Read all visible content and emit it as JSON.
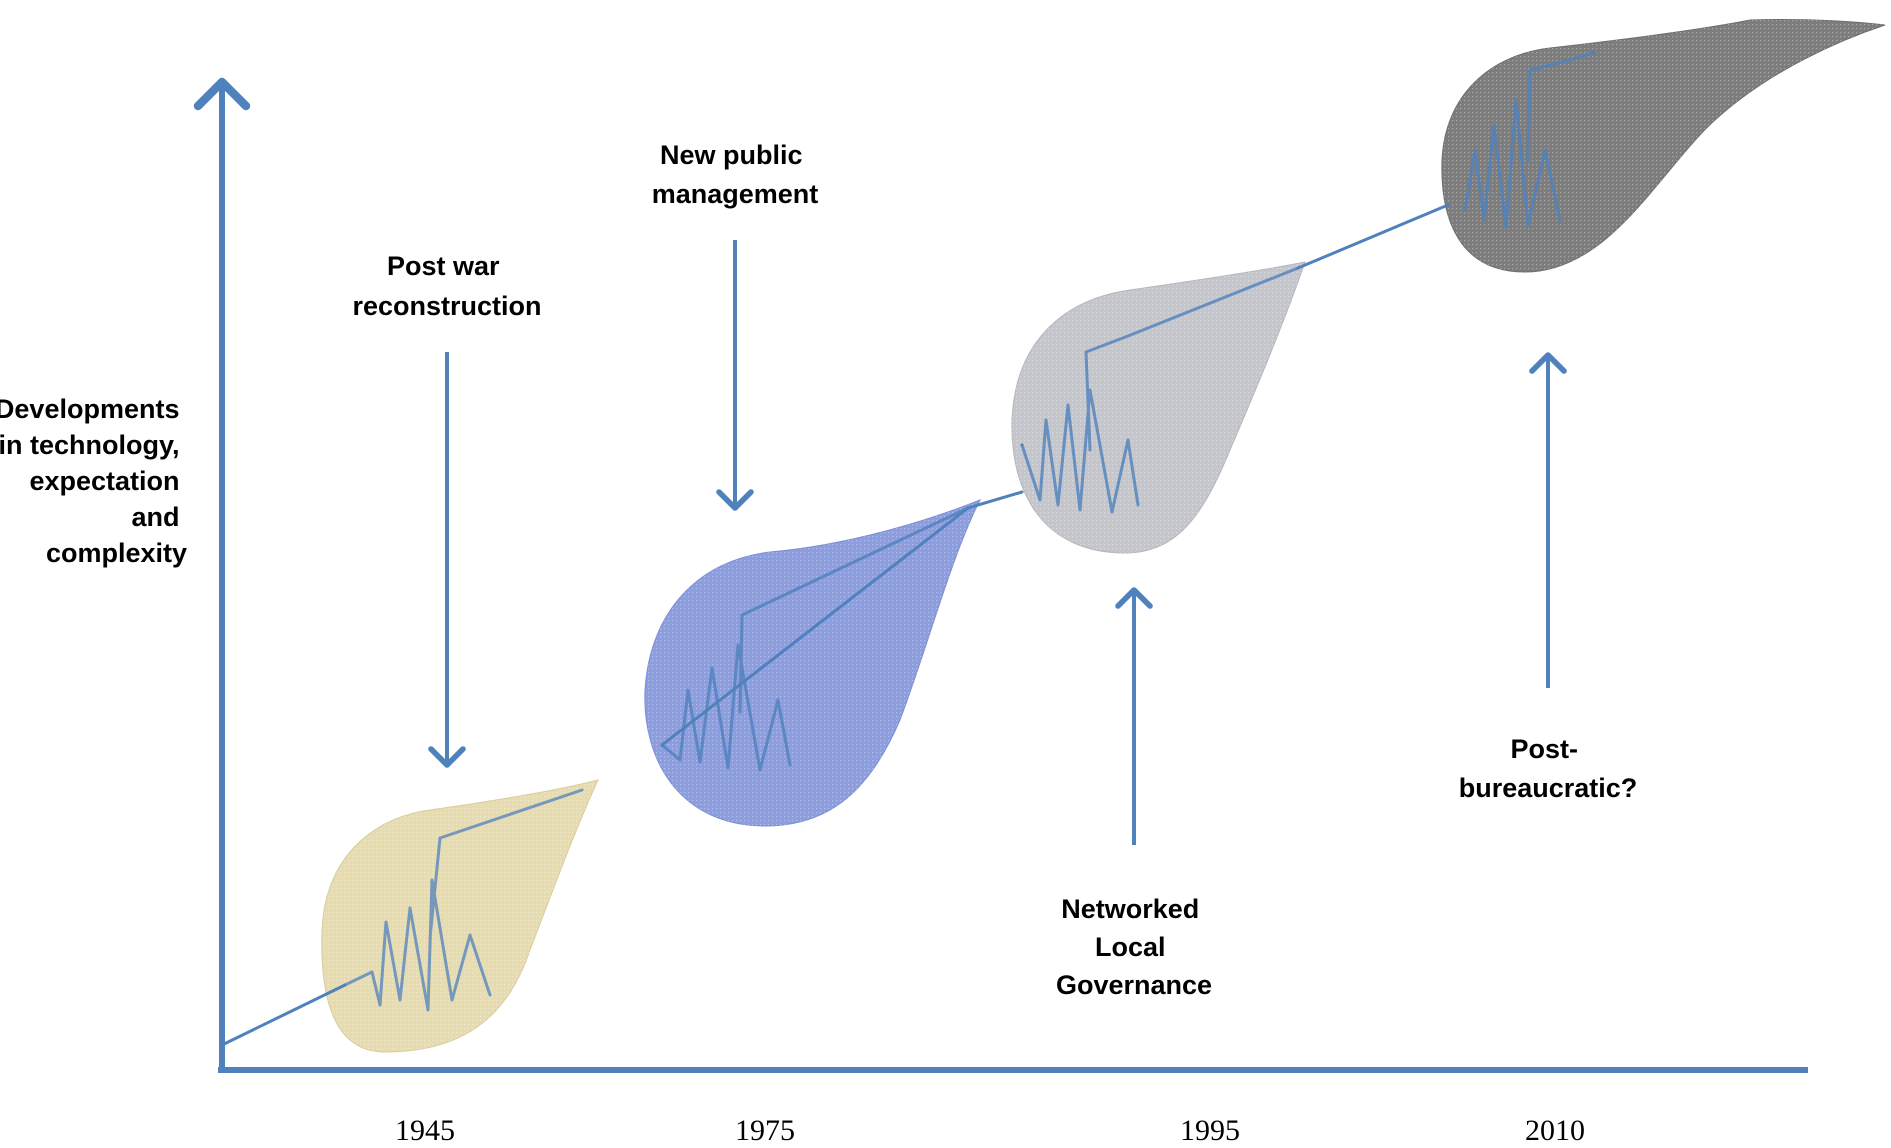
{
  "y_axis_label": {
    "lines": [
      "Developments",
      "in technology,",
      "expectation",
      "and",
      "complexity"
    ]
  },
  "x_axis_labels": [
    "1945",
    "1975",
    "1995",
    "2010"
  ],
  "eras": [
    {
      "label_lines": [
        "Post war",
        "reconstruction"
      ],
      "color": "#e6dcb0",
      "arrow_direction": "down"
    },
    {
      "label_lines": [
        "New public",
        "management"
      ],
      "color": "#8c9de0",
      "arrow_direction": "down"
    },
    {
      "label_lines": [
        "Networked",
        "Local",
        "Governance"
      ],
      "color": "#c4c6cc",
      "arrow_direction": "up"
    },
    {
      "label_lines": [
        "Post-",
        "bureaucratic?"
      ],
      "color": "#7d7d7d",
      "arrow_direction": "up"
    }
  ],
  "colors": {
    "axis": "#4f81bd",
    "trend_line": "#4f81bd"
  }
}
